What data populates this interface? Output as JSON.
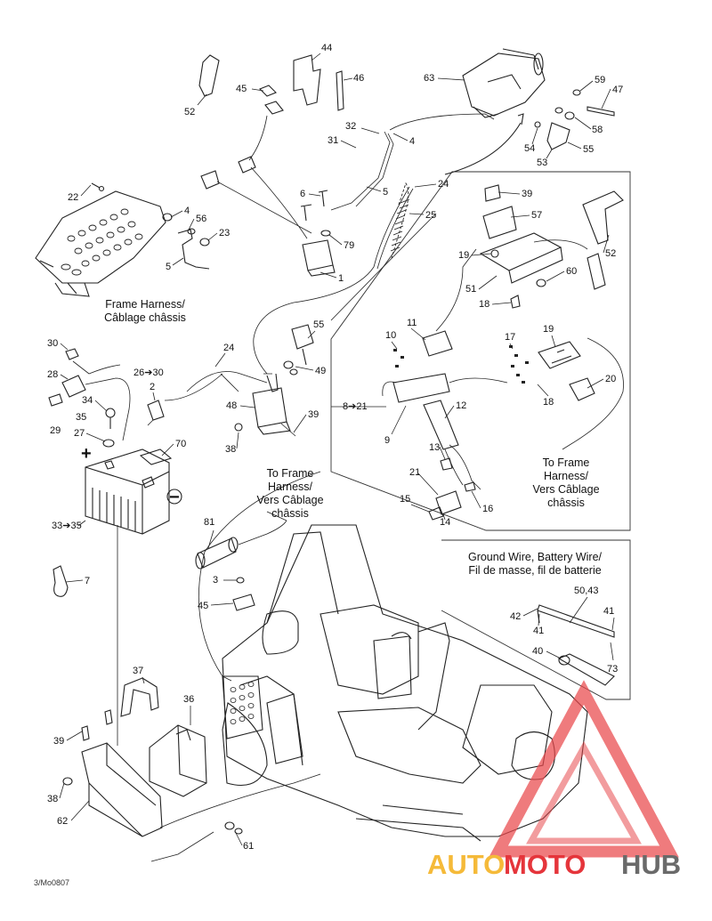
{
  "captions": {
    "frame_harness_left": [
      "Frame Harness/",
      "Câblage châssis"
    ],
    "to_frame_harness_center": [
      "To Frame",
      "Harness/",
      "Vers Câblage",
      "châssis"
    ],
    "to_frame_harness_right": [
      "To Frame",
      "Harness/",
      "Vers Câblage",
      "châssis"
    ],
    "ground_wire": [
      "Ground Wire, Battery Wire/",
      "Fil de masse, fil de batterie"
    ]
  },
  "battery_terminals": {
    "positive": "+",
    "negative": "−"
  },
  "callouts": [
    {
      "id": "c44",
      "text": "44"
    },
    {
      "id": "c46",
      "text": "46"
    },
    {
      "id": "c45a",
      "text": "45"
    },
    {
      "id": "c52a",
      "text": "52"
    },
    {
      "id": "c63",
      "text": "63"
    },
    {
      "id": "c59",
      "text": "59"
    },
    {
      "id": "c47",
      "text": "47"
    },
    {
      "id": "c58",
      "text": "58"
    },
    {
      "id": "c54",
      "text": "54"
    },
    {
      "id": "c53",
      "text": "53"
    },
    {
      "id": "c55a",
      "text": "55"
    },
    {
      "id": "c32",
      "text": "32"
    },
    {
      "id": "c31",
      "text": "31"
    },
    {
      "id": "c4a",
      "text": "4"
    },
    {
      "id": "c24a",
      "text": "24"
    },
    {
      "id": "c5a",
      "text": "5"
    },
    {
      "id": "c25",
      "text": "25"
    },
    {
      "id": "c6",
      "text": "6"
    },
    {
      "id": "c79",
      "text": "79"
    },
    {
      "id": "c1",
      "text": "1"
    },
    {
      "id": "c22",
      "text": "22"
    },
    {
      "id": "c4b",
      "text": "4"
    },
    {
      "id": "c56",
      "text": "56"
    },
    {
      "id": "c23",
      "text": "23"
    },
    {
      "id": "c5b",
      "text": "5"
    },
    {
      "id": "c39a",
      "text": "39"
    },
    {
      "id": "c57",
      "text": "57"
    },
    {
      "id": "c19a",
      "text": "19"
    },
    {
      "id": "c52b",
      "text": "52"
    },
    {
      "id": "c60",
      "text": "60"
    },
    {
      "id": "c51",
      "text": "51"
    },
    {
      "id": "c18a",
      "text": "18"
    },
    {
      "id": "c55b",
      "text": "55"
    },
    {
      "id": "c11",
      "text": "11"
    },
    {
      "id": "c10",
      "text": "10"
    },
    {
      "id": "c17",
      "text": "17"
    },
    {
      "id": "c19b",
      "text": "19"
    },
    {
      "id": "c30",
      "text": "30"
    },
    {
      "id": "c24b",
      "text": "24"
    },
    {
      "id": "c49",
      "text": "49"
    },
    {
      "id": "c28",
      "text": "28"
    },
    {
      "id": "c2630",
      "text": "26➔30"
    },
    {
      "id": "c2",
      "text": "2"
    },
    {
      "id": "c821",
      "text": "8➔21"
    },
    {
      "id": "c20",
      "text": "20"
    },
    {
      "id": "c18b",
      "text": "18"
    },
    {
      "id": "c34",
      "text": "34"
    },
    {
      "id": "c48",
      "text": "48"
    },
    {
      "id": "c35",
      "text": "35"
    },
    {
      "id": "c12",
      "text": "12"
    },
    {
      "id": "c29",
      "text": "29"
    },
    {
      "id": "c27",
      "text": "27"
    },
    {
      "id": "c70",
      "text": "70"
    },
    {
      "id": "c39b",
      "text": "39"
    },
    {
      "id": "c38a",
      "text": "38"
    },
    {
      "id": "c9",
      "text": "9"
    },
    {
      "id": "c13",
      "text": "13"
    },
    {
      "id": "c21",
      "text": "21"
    },
    {
      "id": "c3335",
      "text": "33➔35"
    },
    {
      "id": "c15",
      "text": "15"
    },
    {
      "id": "c14",
      "text": "14"
    },
    {
      "id": "c16",
      "text": "16"
    },
    {
      "id": "c81",
      "text": "81"
    },
    {
      "id": "c7",
      "text": "7"
    },
    {
      "id": "c3",
      "text": "3"
    },
    {
      "id": "c45b",
      "text": "45"
    },
    {
      "id": "c5043",
      "text": "50,43"
    },
    {
      "id": "c42",
      "text": "42"
    },
    {
      "id": "c41a",
      "text": "41"
    },
    {
      "id": "c41b",
      "text": "41"
    },
    {
      "id": "c40",
      "text": "40"
    },
    {
      "id": "c73",
      "text": "73"
    },
    {
      "id": "c37",
      "text": "37"
    },
    {
      "id": "c36",
      "text": "36"
    },
    {
      "id": "c39c",
      "text": "39"
    },
    {
      "id": "c38b",
      "text": "38"
    },
    {
      "id": "c62",
      "text": "62"
    },
    {
      "id": "c61",
      "text": "61"
    }
  ],
  "figure_code": "3/Mo0807",
  "watermark": {
    "part1": "AUTO",
    "part2": "MOTO",
    "part3": "HUB"
  },
  "colors": {
    "line": "#222222",
    "watermark_orange": "#f5b324",
    "watermark_red": "#e32026",
    "watermark_gray": "#5a5a5a",
    "watermark_triangle": "#e8474b"
  }
}
